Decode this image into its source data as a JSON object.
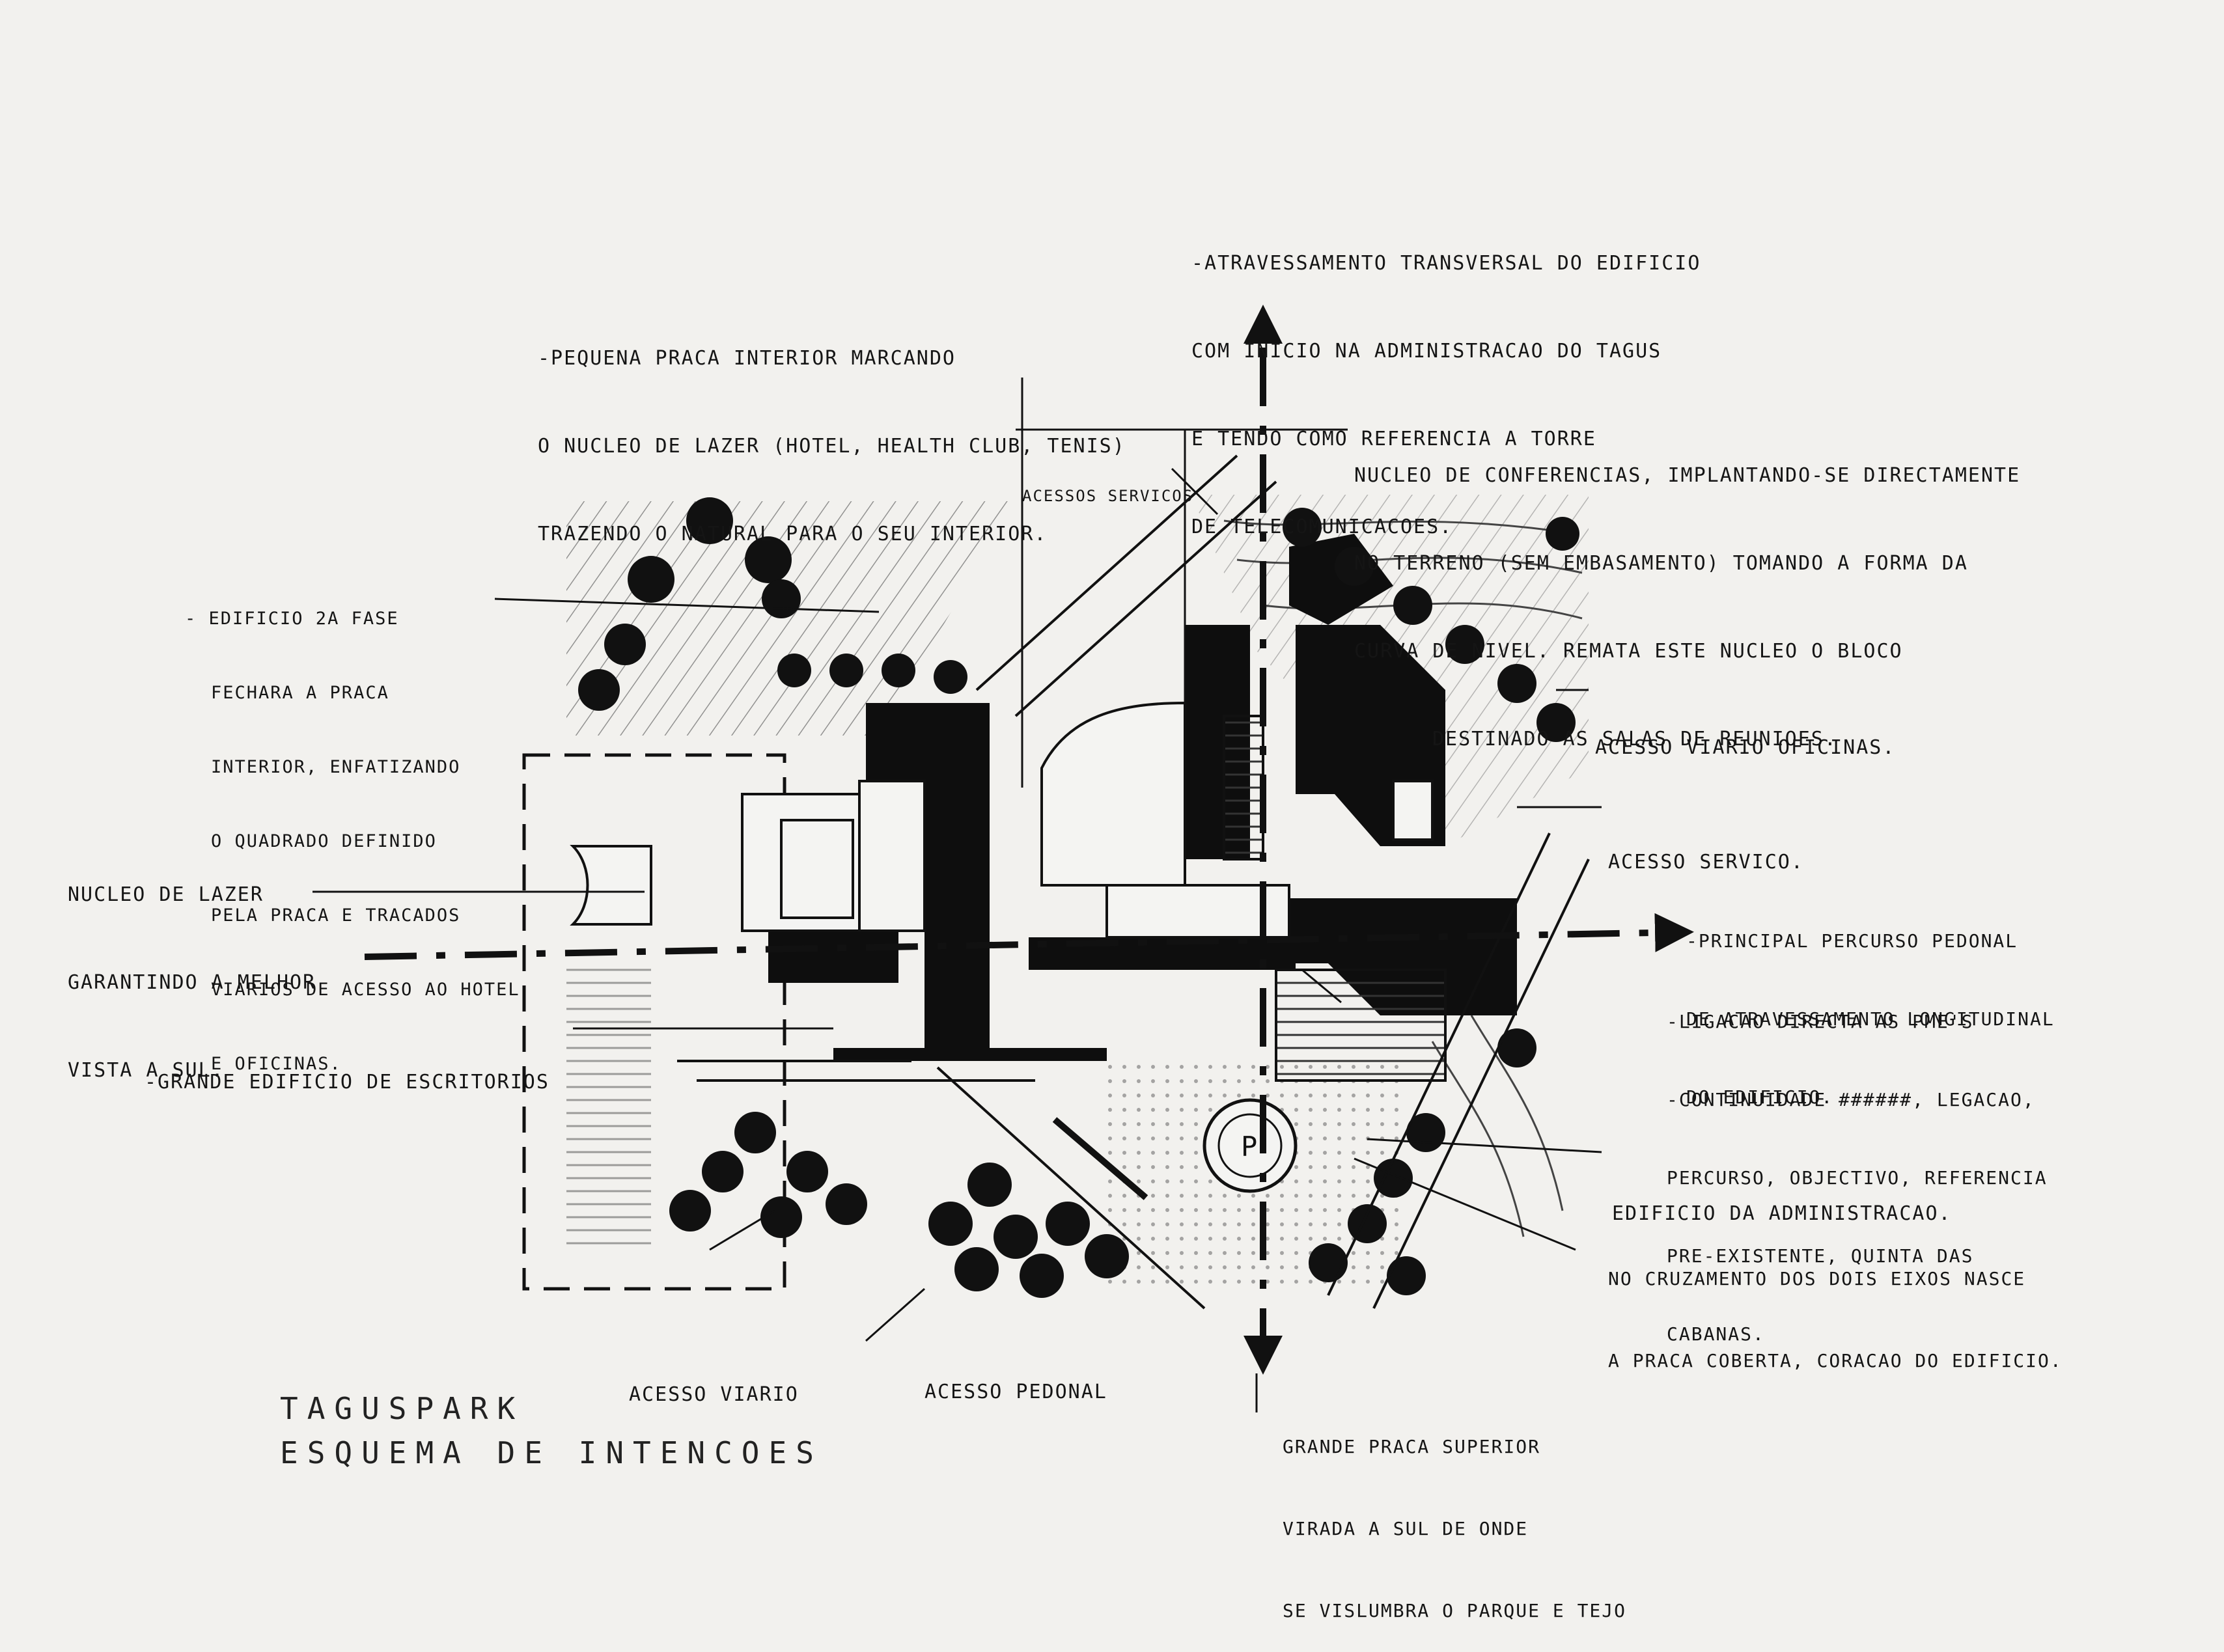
{
  "palette": {
    "paper": "#f2f1ee",
    "ink": "#111111",
    "grey": "#555555"
  },
  "annotations": {
    "transversal": [
      "-Atravessamento transversal do edificio",
      "com inicio na administracao do Tagus",
      "e tendo como referencia a torre",
      "de telecomunicacoes."
    ],
    "praca_interior": [
      "-Pequena praca interior marcando",
      "o nucleo de Lazer (Hotel, Health club, Tenis)",
      "trazendo o natural para o seu interior."
    ],
    "acessos_servicos": [
      "Acessos servicos"
    ],
    "conferencias": [
      "Nucleo de conferencias, implantando-se directamente",
      "no terreno (sem embasamento) tomando a forma da",
      "curva de nivel. Remata este nucleo o bloco",
      "destinado as salas de reunioes."
    ],
    "segunda_fase": [
      "- Edificio 2a Fase",
      "fechara a praca",
      "interior, enfatizando",
      "o quadrado definido",
      "pela praca e tracados",
      "viarios de acesso ao Hotel",
      "e oficinas."
    ],
    "acesso_oficinas": [
      "Acesso viario oficinas."
    ],
    "acesso_servico": [
      "Acesso servico."
    ],
    "lazer": [
      "Nucleo de Lazer",
      "garantindo a melhor",
      "vista a sul."
    ],
    "percurso": [
      "-Principal percurso pedonal",
      "de atravessamento longitudinal",
      "do edificio."
    ],
    "ligacao": [
      "-Ligacao directa as PME's",
      "-Continuidade ######, legacao,",
      "percurso, objectivo, referencia",
      "pre-existente, Quinta das",
      "Cabanas."
    ],
    "escritorios": [
      "-Grande edificio de escritorios"
    ],
    "administracao": [
      "Edificio da administracao."
    ],
    "cruzamento": [
      "No cruzamento dos dois eixos nasce",
      "a praca coberta, coracao do edificio."
    ],
    "acesso_viario": [
      "Acesso viario"
    ],
    "acesso_pedonal": [
      "Acesso pedonal"
    ],
    "praca_superior": [
      "Grande praca superior",
      "virada a sul de onde",
      "se vislumbra o parque e Tejo"
    ]
  },
  "title": [
    "Taguspark",
    "Esquema de intencoes"
  ]
}
